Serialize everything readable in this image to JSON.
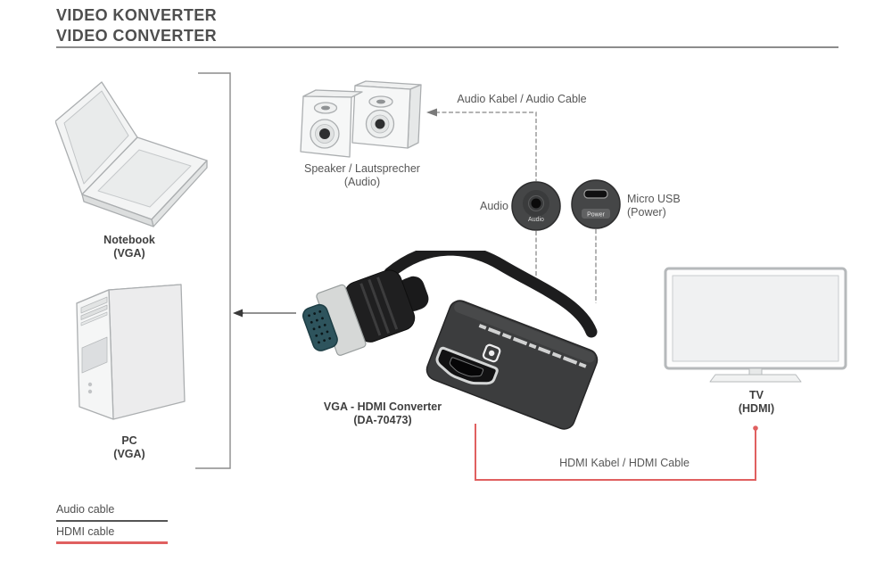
{
  "header": {
    "title_line1": "VIDEO KONVERTER",
    "title_line2": "VIDEO CONVERTER"
  },
  "devices": {
    "notebook": {
      "line1": "Notebook",
      "line2": "(VGA)"
    },
    "pc": {
      "line1": "PC",
      "line2": "(VGA)"
    },
    "speakers": {
      "line1": "Speaker / Lautsprecher",
      "line2": "(Audio)"
    },
    "converter": {
      "line1": "VGA - HDMI Converter",
      "line2": "(DA-70473)"
    },
    "tv": {
      "line1": "TV",
      "line2": "(HDMI)"
    }
  },
  "ports": {
    "audio": {
      "label": "Audio",
      "print": "Audio"
    },
    "micro_usb": {
      "line1": "Micro USB",
      "line2": "(Power)",
      "print": "Power"
    }
  },
  "cables": {
    "audio_label": "Audio Kabel / Audio Cable",
    "hdmi_label": "HDMI Kabel / HDMI Cable"
  },
  "legend": {
    "audio_label": "Audio cable",
    "hdmi_label": "HDMI cable"
  },
  "colors": {
    "hdmi_cable": "#e06060",
    "audio_line": "#9b9b9b",
    "diagram_line": "#8c8c8c",
    "title_text": "#4f4f4f",
    "label_text": "#3f3f3f"
  }
}
